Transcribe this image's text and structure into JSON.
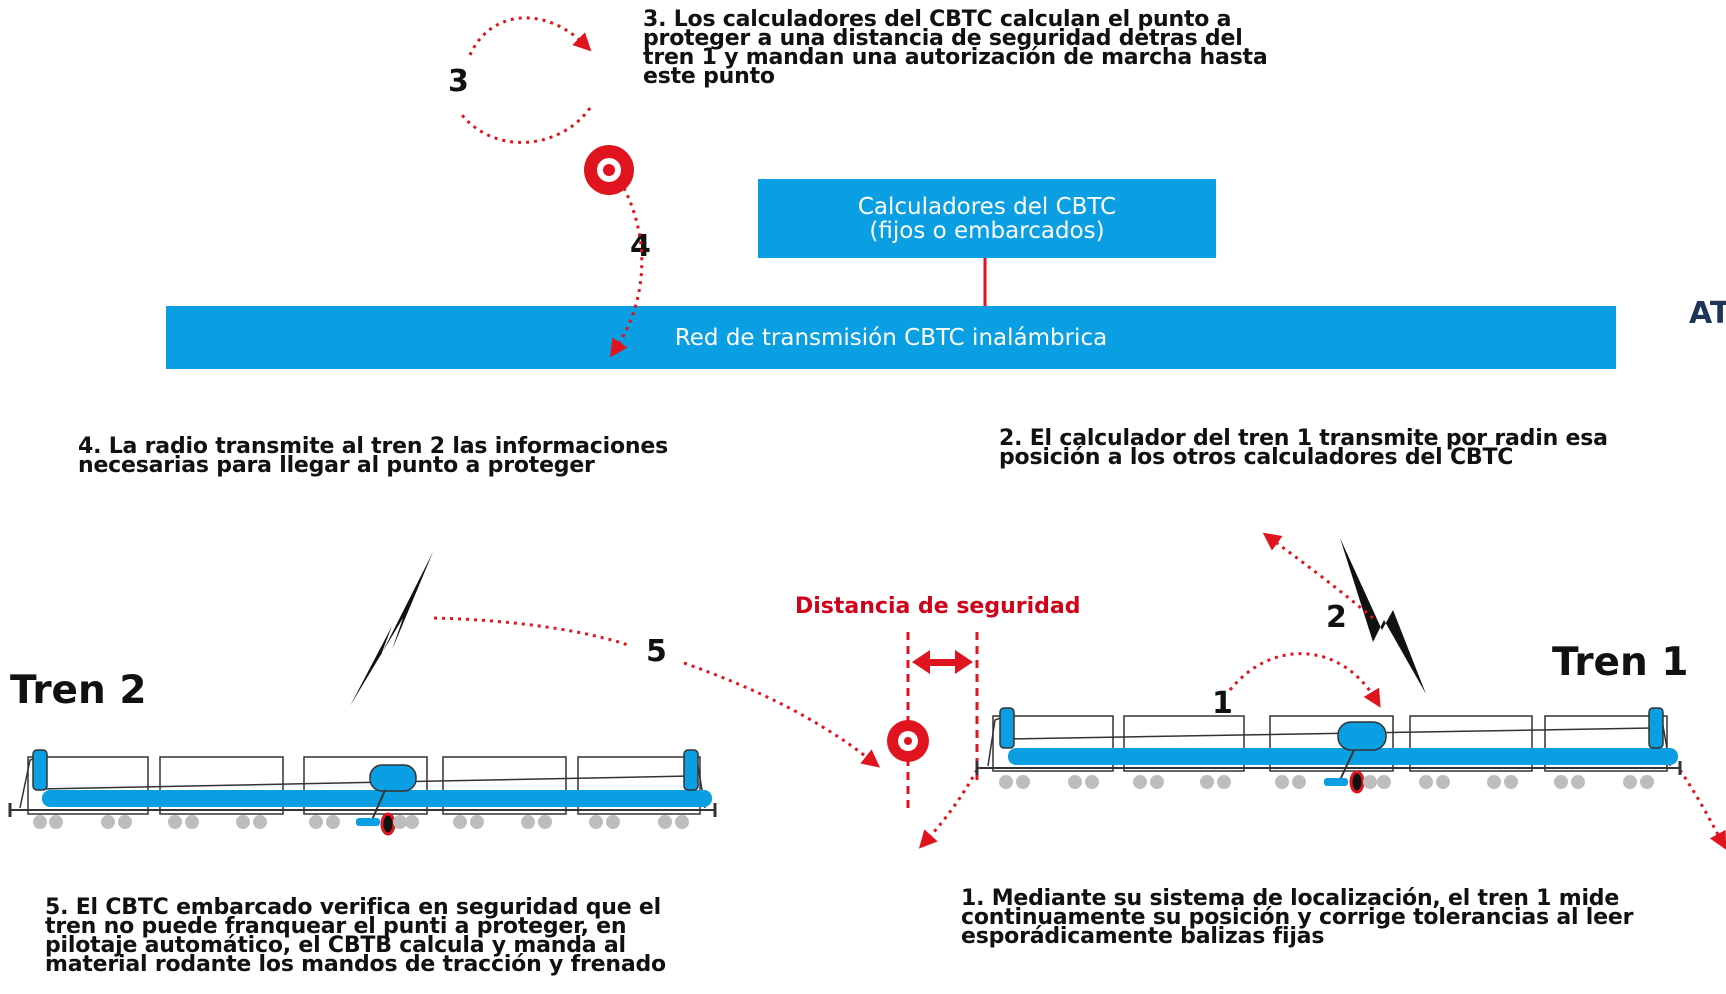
{
  "colors": {
    "network_blue": "#0a9ee2",
    "accent_red": "#e0141e",
    "signal_red": "#d0021b",
    "train_outline": "#333333",
    "wheel_gray": "#bdbdbd"
  },
  "calculators_box": {
    "line1": "Calculadores del CBTC",
    "line2": "(fijos o embarcados)"
  },
  "network_bar": {
    "label": "Red de transmisión CBTC inalámbrica"
  },
  "cut_label": "AT",
  "steps": {
    "step3": [
      "3. Los calculadores del CBTC calculan el punto a",
      "proteger a una distancia de seguridad detras del",
      "tren 1 y mandan una autorización de marcha hasta",
      "este punto"
    ],
    "step4": [
      "4. La radio transmite al tren 2 las informaciones",
      "necesarias para llegar al punto a proteger"
    ],
    "step2": [
      "2. El calculador del tren 1 transmite por radin esa",
      "posición a los otros calculadores del CBTC"
    ],
    "step5": [
      "5. El CBTC embarcado verifica en seguridad que el",
      "tren no puede franquear el punti a proteger, en",
      "pilotaje automático, el CBTB calcula y manda al",
      "material rodante los mandos de tracción y frenado"
    ],
    "step1": [
      "1. Mediante su sistema de localización, el tren 1 mide",
      "continuamente su posición y corrige tolerancias al leer",
      "esporádicamente balizas fijas"
    ]
  },
  "numbers": {
    "n1": "1",
    "n2": "2",
    "n3": "3",
    "n4": "4",
    "n5": "5"
  },
  "safety_distance_label": "Distancia de seguridad",
  "trains": {
    "train1": "Tren 1",
    "train2": "Tren 2"
  },
  "icons": [
    "target-icon",
    "lightning-icon",
    "double-arrow-icon",
    "balise-icon"
  ]
}
